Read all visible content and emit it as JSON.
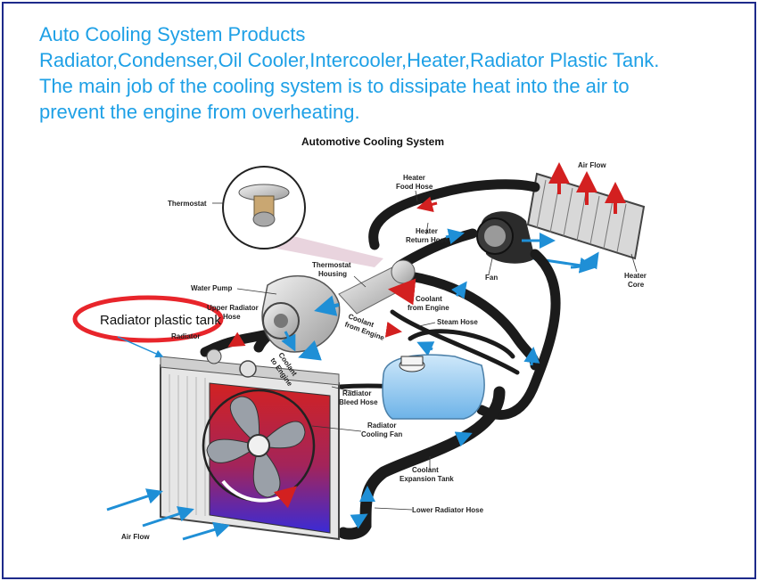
{
  "header": {
    "line1": "Auto Cooling System Products",
    "line2": "Radiator,Condenser,Oil Cooler,Intercooler,Heater,Radiator Plastic Tank.",
    "line3": "The main job of the cooling system is to dissipate heat into the air to",
    "line4": "prevent the engine from overheating."
  },
  "diagram": {
    "title": "Automotive Cooling System",
    "callout": "Radiator plastic tank",
    "labels": {
      "thermostat": "Thermostat",
      "heater_food_hose_1": "Heater",
      "heater_food_hose_2": "Food Hose",
      "air_flow_top": "Air Flow",
      "heater_return_1": "Heater",
      "heater_return_2": "Return Hose",
      "thermostat_housing_1": "Thermostat",
      "thermostat_housing_2": "Housing",
      "water_pump": "Water Pump",
      "upper_radiator_1": "Upper Radiator",
      "upper_radiator_2": "Hose",
      "radiator": "Radiator",
      "coolant_from_engine_1": "Coolant",
      "coolant_from_engine_2": "from Engine",
      "fan": "Fan",
      "heater_core_1": "Heater",
      "heater_core_2": "Core",
      "steam_hose": "Steam Hose",
      "coolant_from_engine_small_1": "Coolant",
      "coolant_from_engine_small_2": "from Engine",
      "coolant_to_engine_1": "Coolant",
      "coolant_to_engine_2": "to Engine",
      "radiator_bleed_1": "Radiator",
      "radiator_bleed_2": "Bleed Hose",
      "radiator_fan_1": "Radiator",
      "radiator_fan_2": "Cooling Fan",
      "coolant_tank_1": "Coolant",
      "coolant_tank_2": "Expansion Tank",
      "lower_radiator_hose": "Lower Radiator Hose",
      "air_flow_bottom": "Air Flow"
    }
  },
  "colors": {
    "header_text": "#1ea0e6",
    "frame": "#1e2a8a",
    "callout_ring": "#e8252b",
    "hot": "#d32020",
    "cold": "#1f8fd6",
    "hose": "#1b1b1b"
  }
}
